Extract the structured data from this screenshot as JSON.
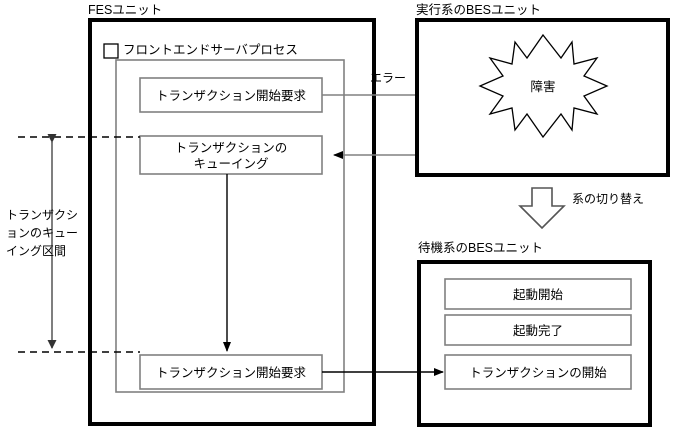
{
  "diagram": {
    "title": "FES / BES unit transaction queueing and system switchover",
    "units": {
      "fes": {
        "label": "FESユニット",
        "process": {
          "label": "フロントエンドサーバプロセス",
          "steps": [
            {
              "id": "tx-start-request-top",
              "label": "トランザクション開始要求"
            },
            {
              "id": "tx-queueing",
              "label": "トランザクションの\nキューイング",
              "line1": "トランザクションの",
              "line2": "キューイング"
            },
            {
              "id": "tx-start-request-bottom",
              "label": "トランザクション開始要求"
            }
          ]
        }
      },
      "active_bes": {
        "label": "実行系のBESユニット",
        "fault": {
          "id": "fault-burst",
          "label": "障害"
        }
      },
      "standby_bes": {
        "label": "待機系のBESユニット",
        "steps": [
          {
            "id": "startup-begin",
            "label": "起動開始"
          },
          {
            "id": "startup-complete",
            "label": "起動完了"
          },
          {
            "id": "tx-begin",
            "label": "トランザクションの開始"
          }
        ]
      }
    },
    "annotations": {
      "error_label": "エラー",
      "switchover_label": "系の切り替え",
      "queueing_span_label": "トランザクシ\nョンのキュー\nイング区間",
      "queueing_span_lines": [
        "トランザクシ",
        "ョンのキュー",
        "イング区間"
      ]
    },
    "colors": {
      "background": "#ffffff",
      "outline": "#000000",
      "inner_outline": "#808080",
      "connector": "#808080",
      "span_arrow": "#555555"
    }
  }
}
